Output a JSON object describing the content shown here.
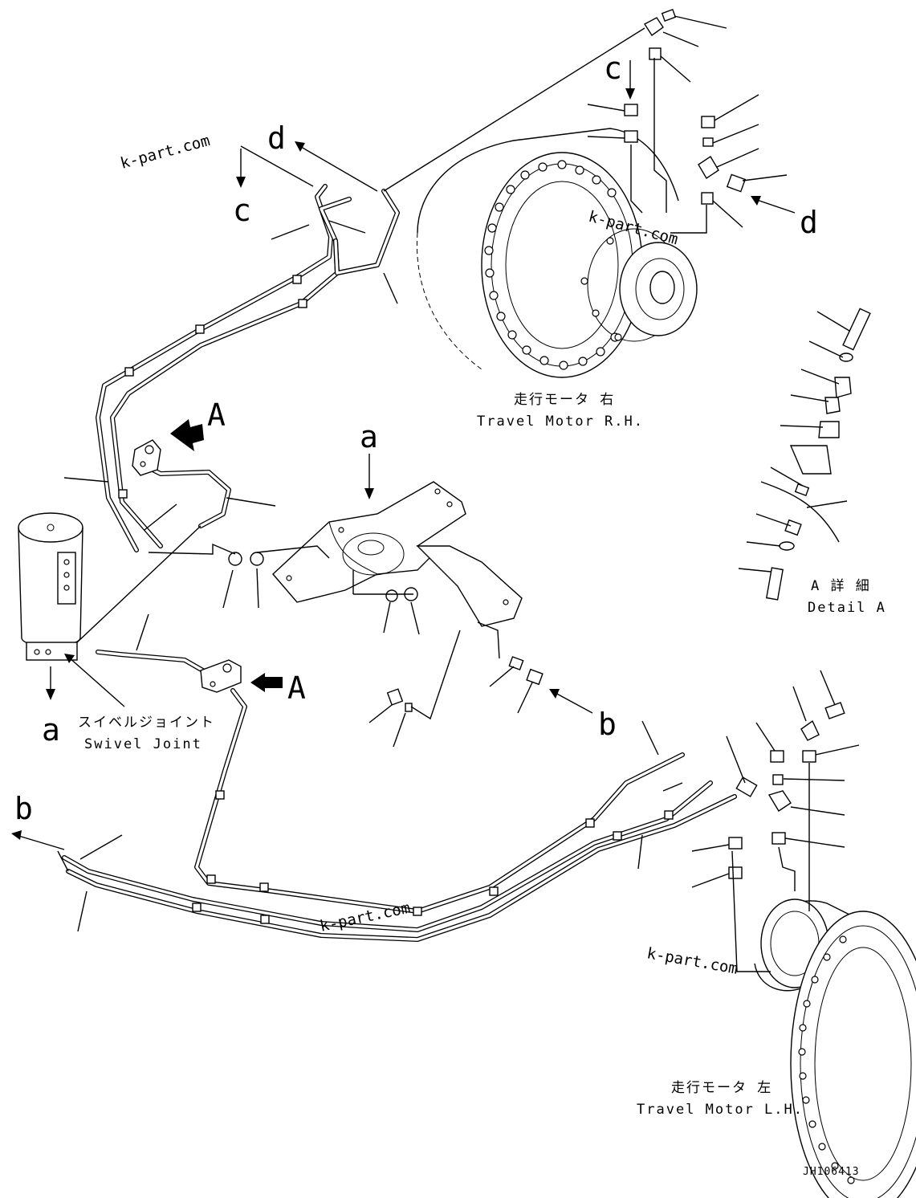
{
  "labels": {
    "c_top": "c",
    "c_mid": "c",
    "d_top": "d",
    "d_right": "d",
    "A_upper": "A",
    "A_lower": "A",
    "a_top": "a",
    "a_bottom": "a",
    "b_right": "b",
    "b_left": "b"
  },
  "captions": {
    "travel_motor_rh_jp": "走行モータ 右",
    "travel_motor_rh_en": "Travel Motor R.H.",
    "travel_motor_lh_jp": "走行モータ 左",
    "travel_motor_lh_en": "Travel Motor L.H.",
    "swivel_joint_jp": "スイベルジョイント",
    "swivel_joint_en": "Swivel Joint",
    "detail_a_jp": "A 詳 細",
    "detail_a_en": "Detail A"
  },
  "watermarks": [
    "k-part.com",
    "k-part.com",
    "k-part.com",
    "k-part.com"
  ],
  "drawing_code": "JH106413"
}
